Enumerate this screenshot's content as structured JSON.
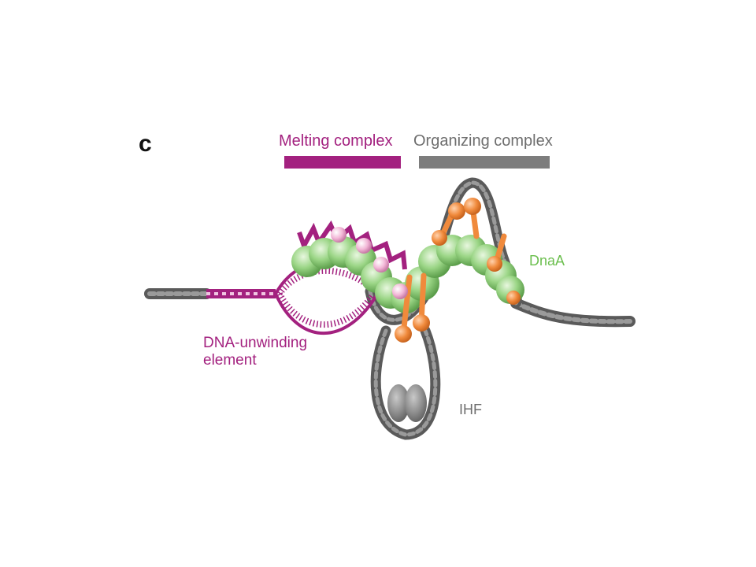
{
  "panel_letter": "c",
  "labels": {
    "melting_complex": "Melting complex",
    "organizing_complex": "Organizing complex",
    "dnaa": "DnaA",
    "dna_unwinding_line1": "DNA-unwinding",
    "dna_unwinding_line2": "element",
    "ihf": "IHF"
  },
  "colors": {
    "magenta": "#a3217f",
    "gray": "#7d7d7d",
    "dna_dark": "#5a5a5a",
    "dnaa_green": "#8fce7a",
    "orange": "#f08a3c",
    "pink_ball": "#f2b6d6",
    "label_green": "#6cbf4f",
    "label_gray": "#666666"
  }
}
